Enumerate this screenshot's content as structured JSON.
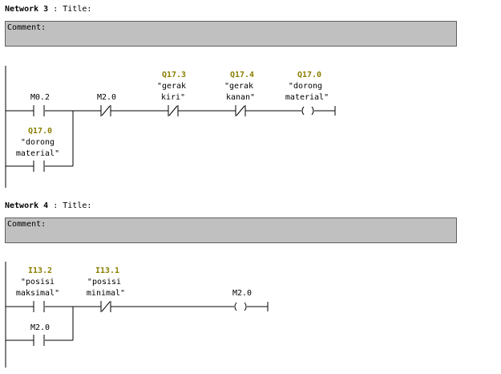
{
  "networks": [
    {
      "label": "Network 3",
      "title": ": Title:",
      "comment": "Comment:",
      "contacts": [
        {
          "address": "M0.2",
          "type": "NO",
          "symbol_line1": "",
          "symbol_line2": ""
        },
        {
          "address": "M2.0",
          "type": "NC",
          "symbol_line1": "",
          "symbol_line2": ""
        },
        {
          "address": "Q17.3",
          "type": "NC",
          "symbol_line1": "\"gerak",
          "symbol_line2": "kiri\""
        },
        {
          "address": "Q17.4",
          "type": "NC",
          "symbol_line1": "\"gerak",
          "symbol_line2": "kanan\""
        }
      ],
      "coil": {
        "address": "Q17.0",
        "symbol_line1": "\"dorong",
        "symbol_line2": "material\""
      },
      "branch": {
        "address": "Q17.0",
        "type": "NO",
        "symbol_line1": "\"dorong",
        "symbol_line2": "material\""
      }
    },
    {
      "label": "Network 4",
      "title": ": Title:",
      "comment": "Comment:",
      "contacts": [
        {
          "address": "I13.2",
          "type": "NO",
          "symbol_line1": "\"posisi",
          "symbol_line2": "maksimal\""
        },
        {
          "address": "I13.1",
          "type": "NC",
          "symbol_line1": "\"posisi",
          "symbol_line2": "minimal\""
        }
      ],
      "coil": {
        "address": "M2.0",
        "symbol_line1": "",
        "symbol_line2": ""
      },
      "branch": {
        "address": "M2.0",
        "type": "NO",
        "symbol_line1": "",
        "symbol_line2": ""
      }
    }
  ]
}
